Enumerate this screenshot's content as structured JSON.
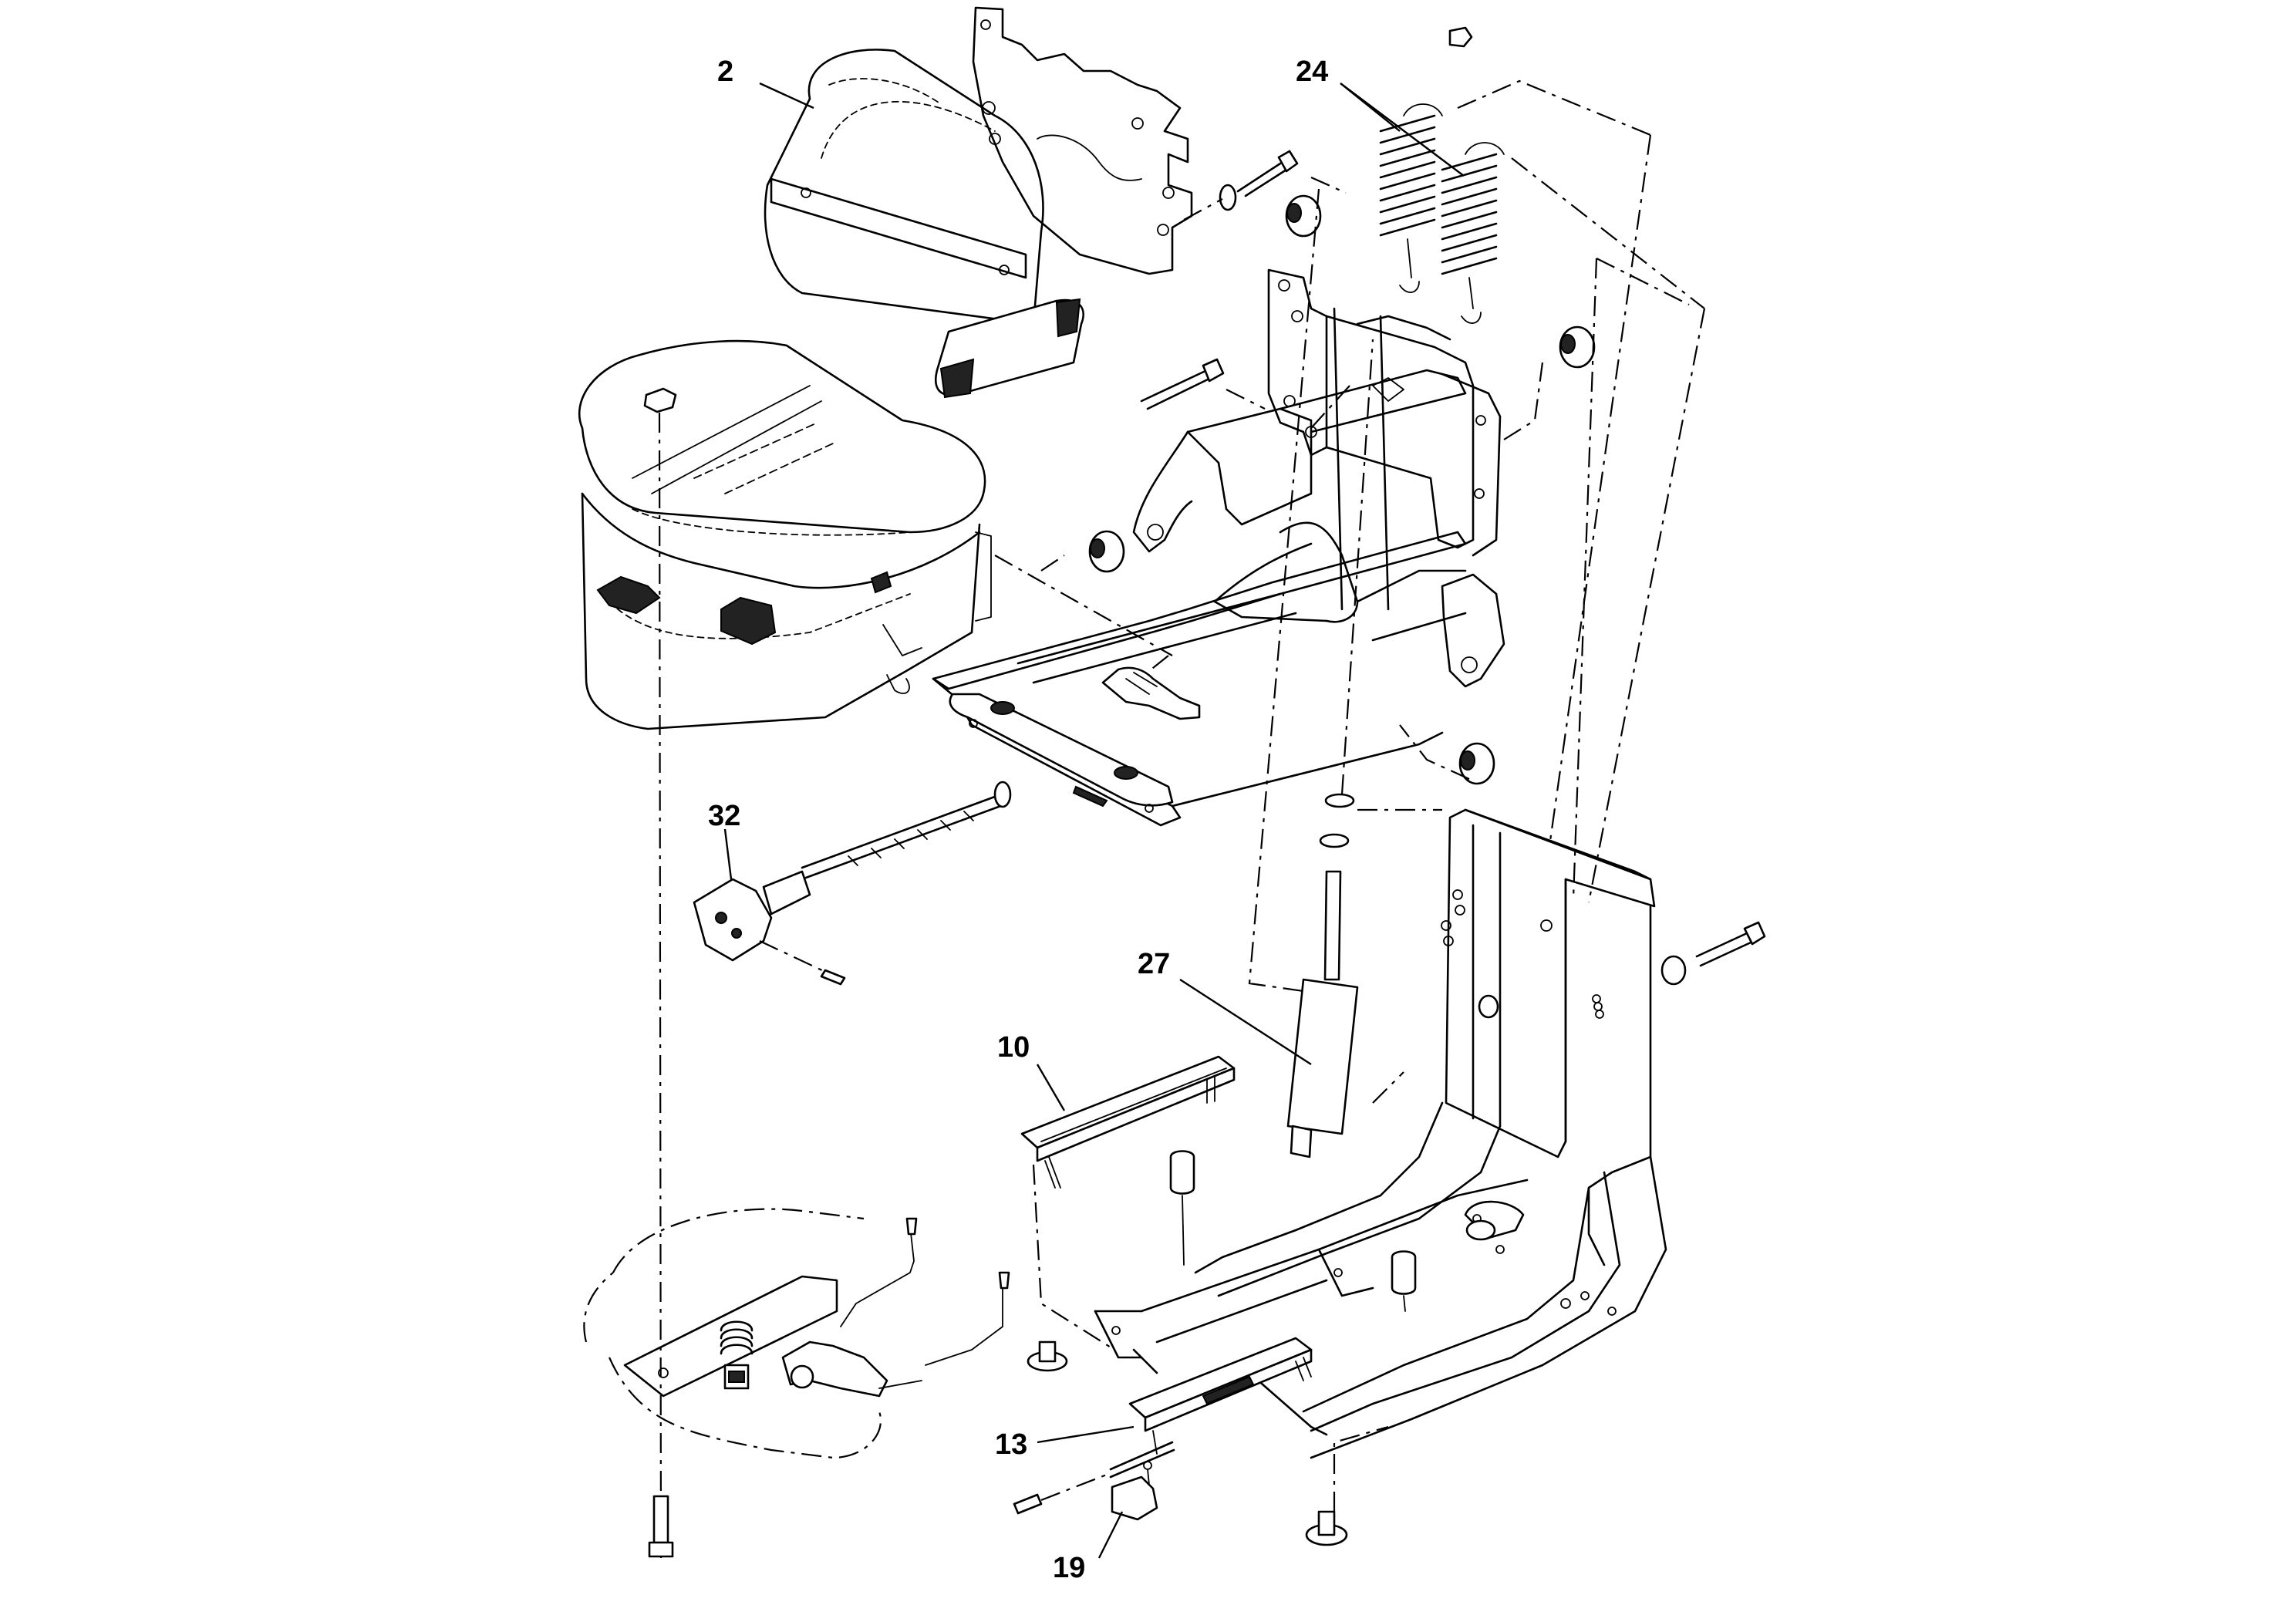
{
  "callouts": {
    "c2": "2",
    "c24": "24",
    "c32": "32",
    "c27": "27",
    "c10": "10",
    "c13": "13",
    "c19": "19"
  }
}
